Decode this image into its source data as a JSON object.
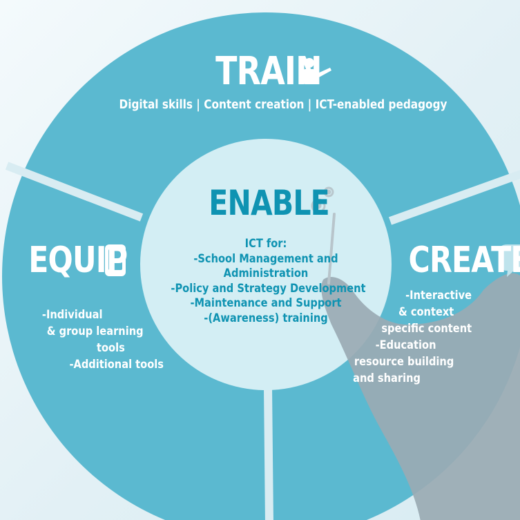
{
  "colors": {
    "ring": "#5bb9d0",
    "ring_light": "#67c0d5",
    "center": "#d3eef4",
    "center_text": "#0f93b2",
    "white": "#ffffff",
    "figure": "#9aaab3"
  },
  "train": {
    "title": "TRAIN",
    "subtitle": "Digital skills | Content creation | ICT-enabled pedagogy",
    "icon": "presenter-icon"
  },
  "enable": {
    "title": "ENABLE",
    "icon": "gears-icon",
    "lines": [
      "ICT for:",
      "-School Management and",
      "Administration",
      "-Policy and Strategy Development",
      "-Maintenance and Support",
      "-(Awareness) training"
    ]
  },
  "equip": {
    "title": "EQUIP",
    "icon": "tablet-icon",
    "lines": [
      "-Individual",
      "& group learning",
      "tools",
      "-Additional tools"
    ]
  },
  "create": {
    "title": "CREATE",
    "icon": "speech-bubble-icon",
    "lines": [
      "-Interactive",
      "& context",
      "specific content",
      "-Education",
      "resource building",
      "and sharing"
    ]
  }
}
